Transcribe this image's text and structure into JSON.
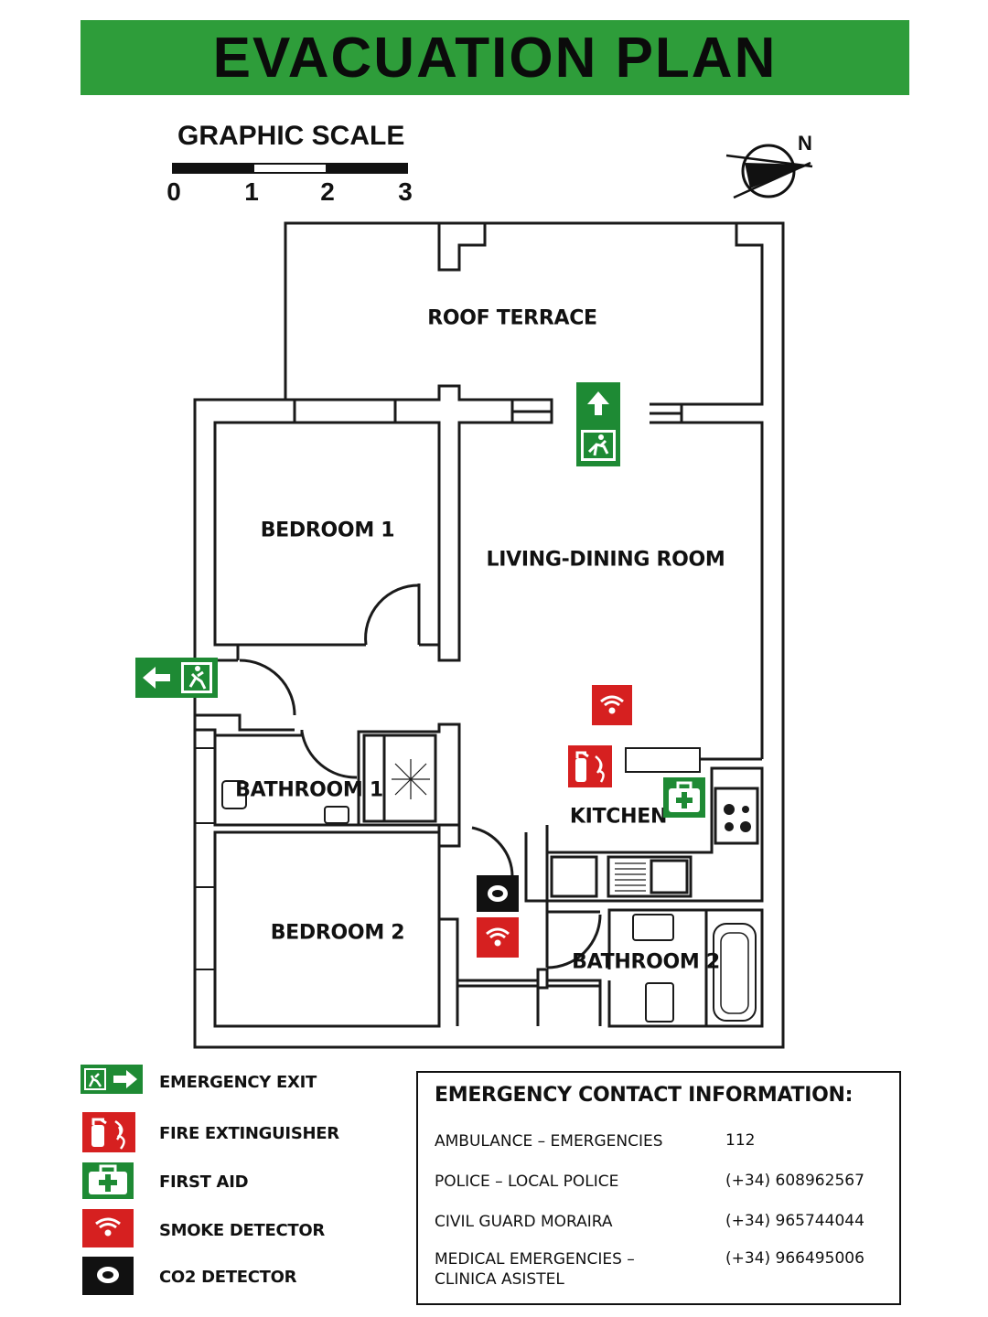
{
  "title": "EVACUATION PLAN",
  "colors": {
    "banner": "#2e9d3a",
    "exit_green": "#1e8a34",
    "fire_red": "#d62020",
    "co2_black": "#111111",
    "wall": "#1a1a1a"
  },
  "scale": {
    "title": "GRAPHIC SCALE",
    "ticks": [
      "0",
      "1",
      "2",
      "3"
    ]
  },
  "compass": {
    "label": "N",
    "icon": "north-arrow-icon"
  },
  "rooms": {
    "roof_terrace": "ROOF TERRACE",
    "bedroom1": "BEDROOM 1",
    "living": "LIVING-DINING ROOM",
    "bathroom1": "BATHROOM 1",
    "kitchen": "KITCHEN",
    "bedroom2": "BEDROOM 2",
    "bathroom2": "BATHROOM 2"
  },
  "legend": [
    {
      "icon": "emergency-exit-icon",
      "label": "EMERGENCY EXIT"
    },
    {
      "icon": "fire-extinguisher-icon",
      "label": "FIRE EXTINGUISHER"
    },
    {
      "icon": "first-aid-icon",
      "label": "FIRST AID"
    },
    {
      "icon": "smoke-detector-icon",
      "label": "SMOKE DETECTOR"
    },
    {
      "icon": "co2-detector-icon",
      "label": "CO2 DETECTOR"
    }
  ],
  "contact": {
    "title": "EMERGENCY CONTACT INFORMATION:",
    "entries": [
      {
        "name": "AMBULANCE – EMERGENCIES",
        "phone": "112"
      },
      {
        "name": "POLICE – LOCAL POLICE",
        "phone": "(+34) 608962567"
      },
      {
        "name": "CIVIL GUARD MORAIRA",
        "phone": "(+34) 965744044"
      },
      {
        "name": "MEDICAL EMERGENCIES – CLINICA ASISTEL",
        "phone": "(+34) 966495006"
      }
    ]
  }
}
